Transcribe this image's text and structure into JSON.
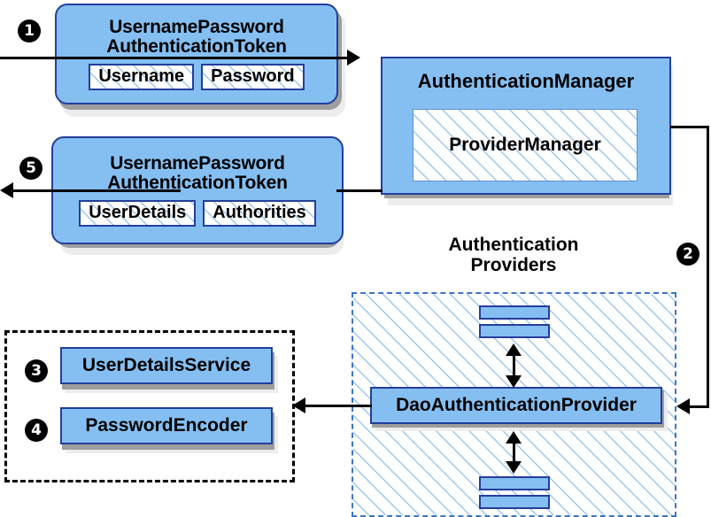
{
  "diagram": {
    "title": "Spring Security username/password authentication flow",
    "colors": {
      "node_fill": "#85BFF2",
      "node_border": "#243E9B",
      "hatch_line": "#9CC7F0",
      "providers_border": "#3A76C8",
      "beans_border": "#000000",
      "shadow_light": "#EDEDED",
      "shadow_dark": "#9E9E9E",
      "connector": "#000000",
      "step_marker_fill": "#000000",
      "step_marker_text": "#FFFFFF"
    }
  },
  "steps": {
    "one": "1",
    "two": "2",
    "three": "3",
    "four": "4",
    "five": "5"
  },
  "request_token": {
    "title_line1": "UsernamePassword",
    "title_line2": "AuthenticationToken",
    "fields": [
      {
        "label": "Username"
      },
      {
        "label": "Password"
      }
    ]
  },
  "response_token": {
    "title_line1": "UsernamePassword",
    "title_line2": "AuthenticationToken",
    "fields": [
      {
        "label": "UserDetails"
      },
      {
        "label": "Authorities"
      }
    ]
  },
  "authentication_manager": {
    "title": "AuthenticationManager",
    "implementation": "ProviderManager"
  },
  "authentication_providers": {
    "label_line1": "Authentication",
    "label_line2": "Providers",
    "main_provider": "DaoAuthenticationProvider",
    "other_providers_top": [
      "provider-bar",
      "provider-bar"
    ],
    "other_providers_bottom": [
      "provider-bar",
      "provider-bar"
    ]
  },
  "beans": {
    "items": [
      {
        "label": "UserDetailsService",
        "step": "3"
      },
      {
        "label": "PasswordEncoder",
        "step": "4"
      }
    ]
  }
}
